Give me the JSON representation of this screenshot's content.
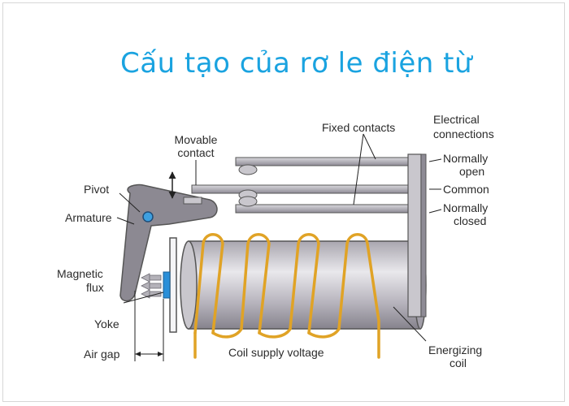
{
  "title": "Cấu tạo của rơ le điện từ",
  "labels": {
    "movable_contact": [
      "Movable",
      "contact"
    ],
    "fixed_contacts": "Fixed contacts",
    "electrical_connections": [
      "Electrical",
      "connections"
    ],
    "normally_open": [
      "Normally",
      "open"
    ],
    "common": "Common",
    "normally_closed": [
      "Normally",
      "closed"
    ],
    "pivot": "Pivot",
    "armature": "Armature",
    "magnetic_flux": [
      "Magnetic",
      "flux"
    ],
    "yoke": "Yoke",
    "air_gap": "Air gap",
    "coil_supply_voltage": "Coil supply voltage",
    "energizing_coil": [
      "Energizing",
      "coil"
    ]
  },
  "colors": {
    "title": "#1aa3e0",
    "coil_wire": "#e0a326",
    "yoke": "#2a8fd8",
    "metal": "#9d9aa3"
  }
}
